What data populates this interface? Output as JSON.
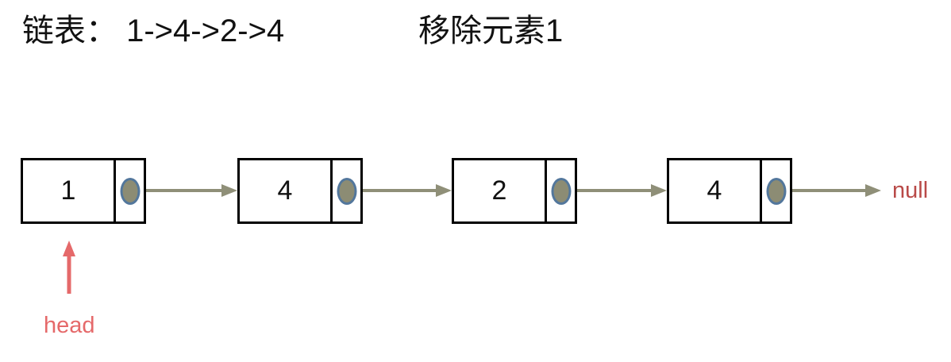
{
  "title": {
    "list_label": "链表： 1->4->2->4",
    "operation_label": "移除元素1"
  },
  "linked_list": {
    "nodes": [
      {
        "value": "1"
      },
      {
        "value": "4"
      },
      {
        "value": "2"
      },
      {
        "value": "4"
      }
    ],
    "terminator_label": "null",
    "head_label": "head"
  },
  "colors": {
    "node_border": "#000000",
    "pointer_fill": "#8c8c74",
    "pointer_stroke": "#53779c",
    "arrow": "#8f8f78",
    "head_accent": "#e5696a",
    "null_text": "#b94a48",
    "title_text": "#121212",
    "background": "#ffffff"
  }
}
